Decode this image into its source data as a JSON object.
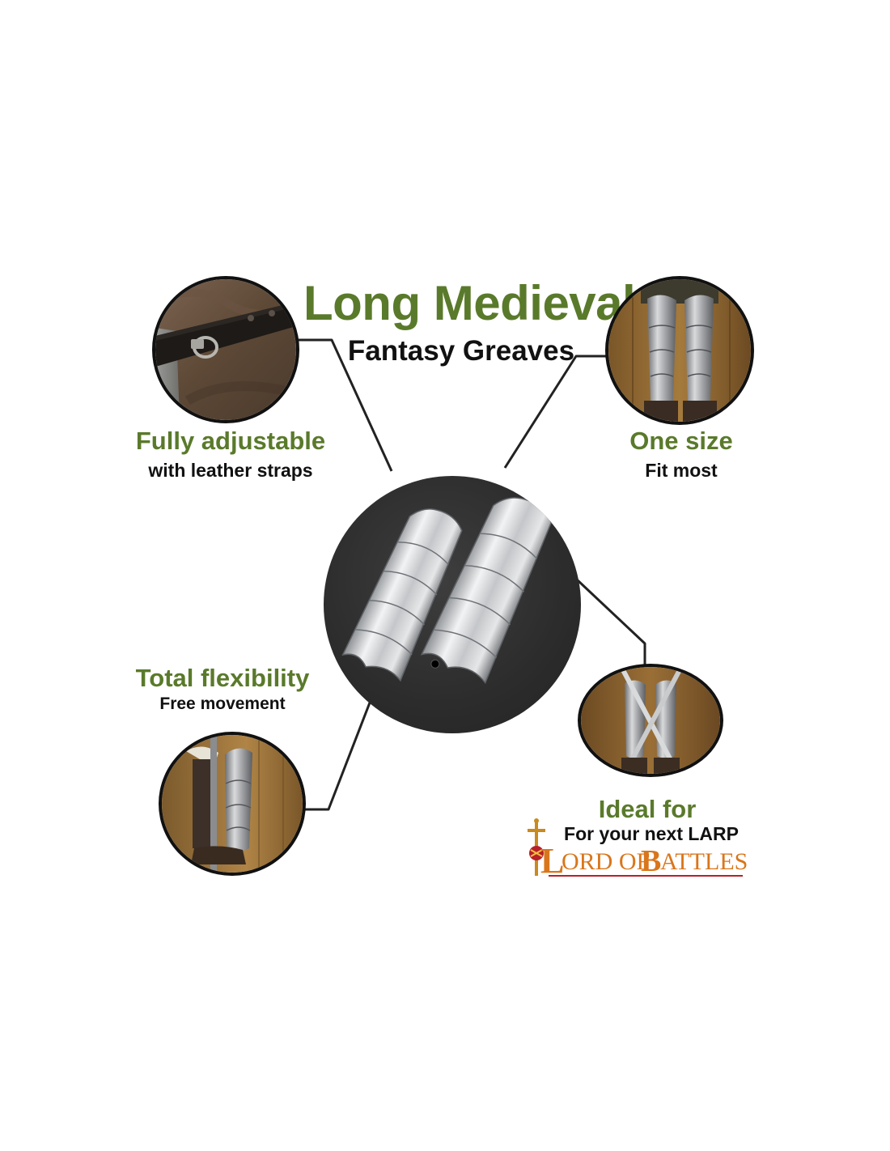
{
  "title": {
    "main": "Long Medieval",
    "sub": "Fantasy Greaves"
  },
  "features": [
    {
      "heading": "Fully adjustable",
      "subtext": "with leather straps"
    },
    {
      "heading": "One size",
      "subtext": "Fit most"
    },
    {
      "heading": "Total flexibility",
      "subtext": "Free movement"
    },
    {
      "heading": "Ideal for",
      "subtext": "For your next LARP"
    }
  ],
  "brand": {
    "logo_text": "LORD OF BATTLES"
  },
  "colors": {
    "heading_green": "#5a7a2b",
    "text_black": "#111111",
    "center_disc": "#2c2c2c",
    "brand_orange": "#d9761c",
    "brand_red": "#b8202a"
  },
  "icons": [
    "leather-strap-photo",
    "greaves-worn-photo",
    "crossed-swords-photo",
    "greaves-side-photo",
    "greaves-product-photo",
    "sword-crest-icon"
  ]
}
